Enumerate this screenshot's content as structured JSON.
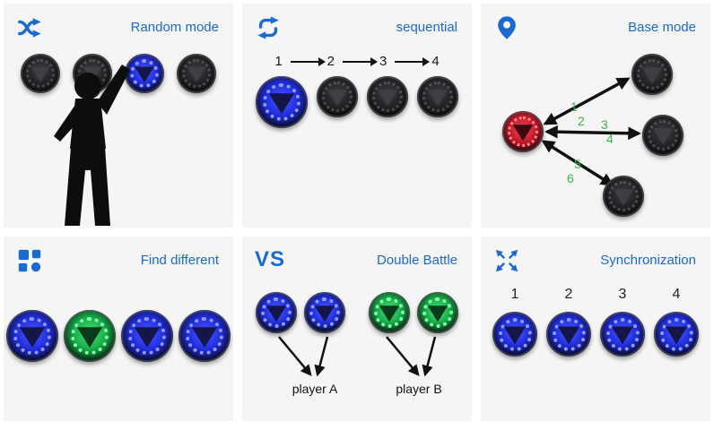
{
  "colors": {
    "accent_blue": "#1b6ad0",
    "arrow_number_green": "#3bb54a",
    "pod_blue": "#2230e0",
    "pod_green": "#17b04a",
    "pod_red": "#c01828",
    "pod_dark": "#232326"
  },
  "panels": [
    {
      "id": "random-mode",
      "icon": "shuffle-icon",
      "title": "Random mode",
      "pods": [
        "dark",
        "dark",
        "blue",
        "dark"
      ],
      "illustration": "person-silhouette-reaching-up"
    },
    {
      "id": "sequential",
      "icon": "repeat-icon",
      "title": "sequential",
      "sequence": [
        "1",
        "2",
        "3",
        "4"
      ],
      "pods": [
        "blue",
        "dark",
        "dark",
        "dark"
      ]
    },
    {
      "id": "base-mode",
      "icon": "location-pin-icon",
      "title": "Base mode",
      "center_pod": "red",
      "satellites": [
        "dark",
        "dark",
        "dark"
      ],
      "arrow_numbers": [
        "1",
        "2",
        "3",
        "4",
        "5",
        "6"
      ]
    },
    {
      "id": "find-different",
      "icon": "shapes-grid-icon",
      "title": "Find different",
      "pods": [
        "blue",
        "green",
        "blue",
        "blue"
      ]
    },
    {
      "id": "double-battle",
      "vs_label": "VS",
      "title": "Double Battle",
      "pods": [
        "blue",
        "blue",
        "green",
        "green"
      ],
      "player_labels": [
        "player A",
        "player B"
      ]
    },
    {
      "id": "synchronization",
      "icon": "expand-icon",
      "title": "Synchronization",
      "numbers": [
        "1",
        "2",
        "3",
        "4"
      ],
      "pods": [
        "blue",
        "blue",
        "blue",
        "blue"
      ]
    }
  ]
}
